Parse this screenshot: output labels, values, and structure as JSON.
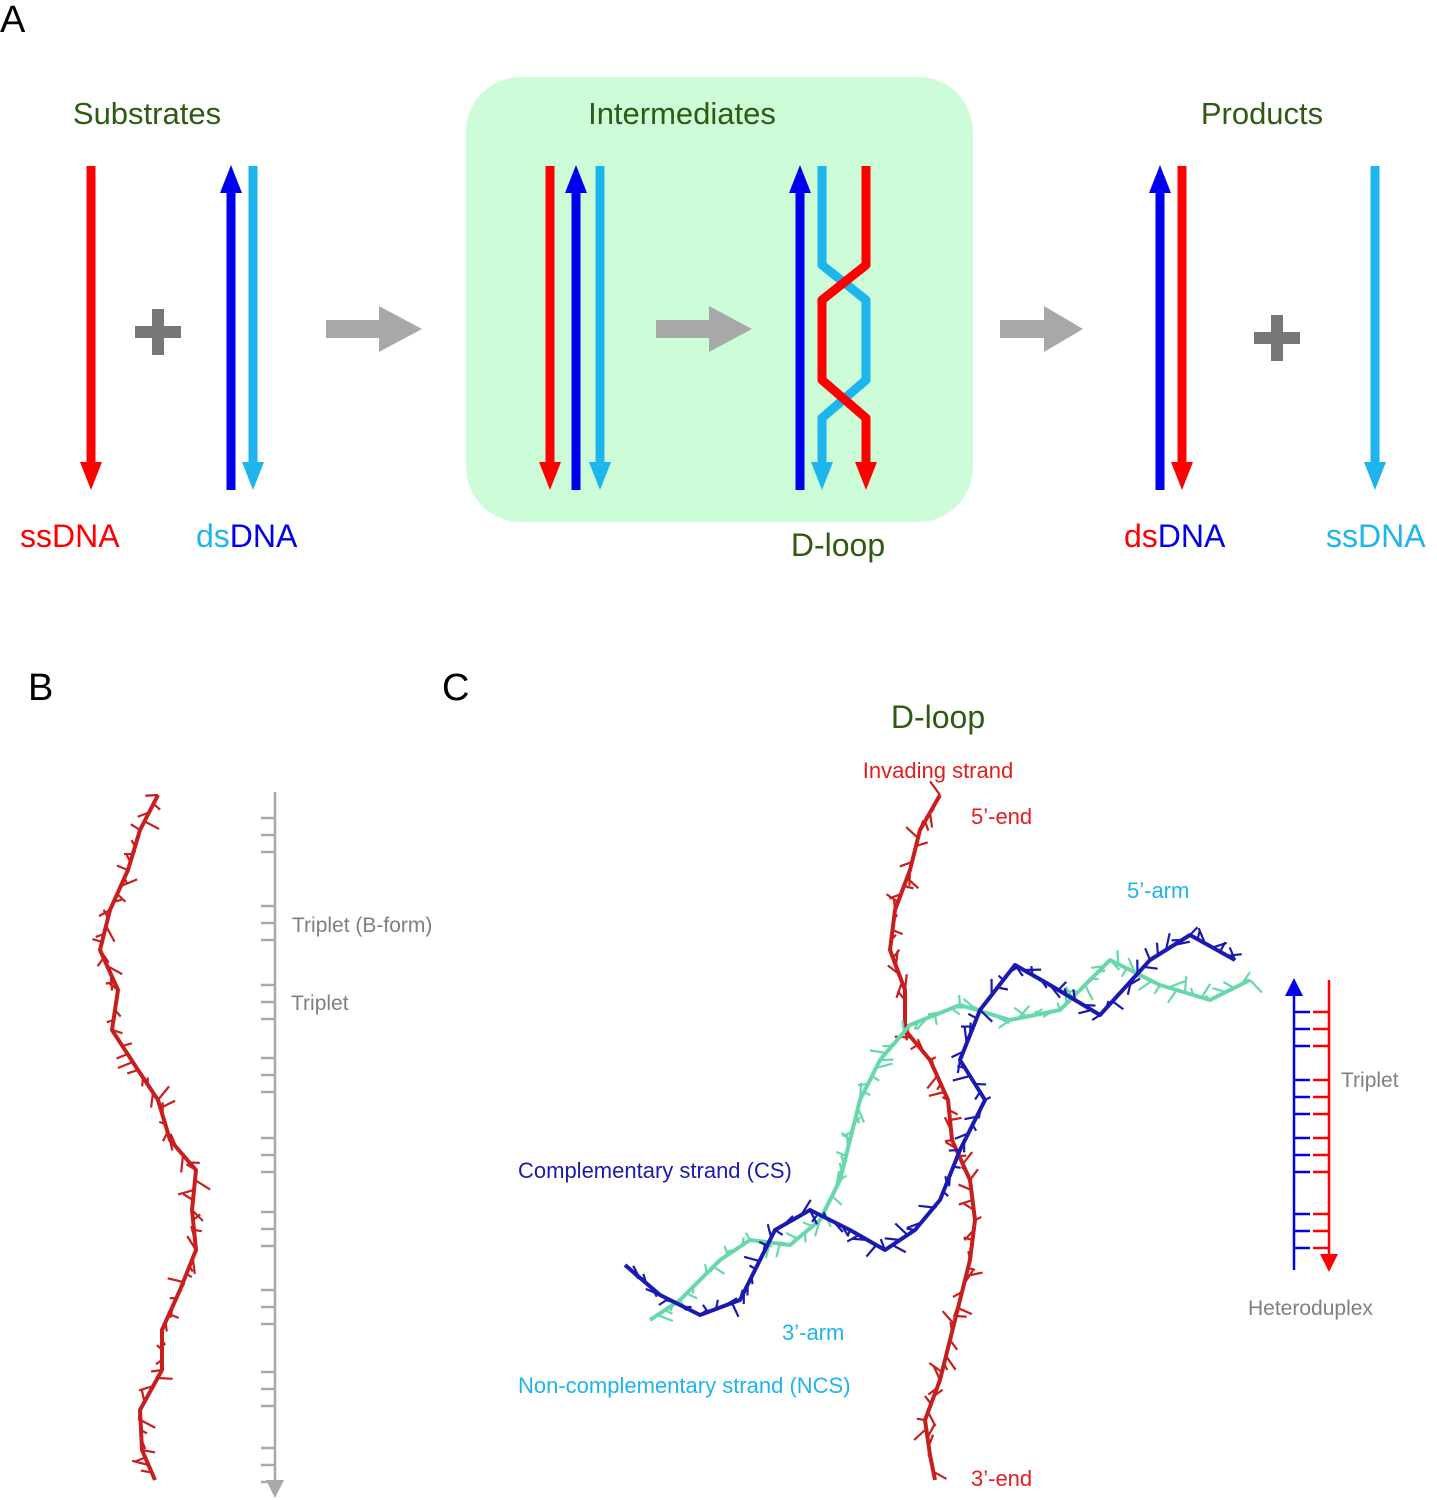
{
  "panels": {
    "a": "A",
    "b": "B",
    "c": "C"
  },
  "panel_a": {
    "substrates": "Substrates",
    "intermediates": "Intermediates",
    "products": "Products",
    "ss_label": "ss",
    "ds_label": "ds",
    "dna_label": "DNA",
    "dloop": "D-loop"
  },
  "panel_b": {
    "triplet_bform": "Triplet (B-form)",
    "triplet": "Triplet"
  },
  "panel_c": {
    "title": "D-loop",
    "invading_strand": "Invading strand",
    "five_end": "5’-end",
    "three_end": "3’-end",
    "five_arm": "5’-arm",
    "three_arm": "3’-arm",
    "cs": "Complementary strand (CS)",
    "ncs": "Non-complementary strand (NCS)",
    "triplet": "Triplet",
    "heteroduplex": "Heteroduplex"
  },
  "colors": {
    "red": "#ff0000",
    "blue": "#0000ee",
    "cyan": "#1eb4ee",
    "green_text": "#2f5a13",
    "gray": "#a8a8a8",
    "plus_gray": "#777777",
    "box_fill": "#ccfcd8",
    "model_red": "#c81e1e",
    "model_blue": "#1a1ab0",
    "model_green": "#66d8aa"
  }
}
